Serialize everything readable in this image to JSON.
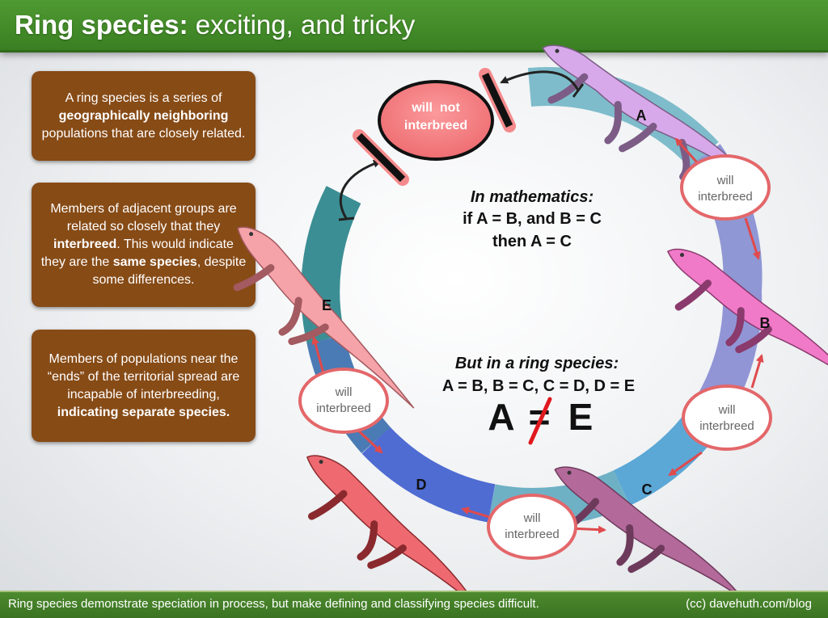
{
  "header": {
    "title_bold": "Ring species:",
    "title_rest": "exciting, and tricky"
  },
  "info_boxes": [
    {
      "parts": [
        {
          "text": "A ring species is a series of ",
          "bold": false
        },
        {
          "text": "geographically neighboring",
          "bold": true
        },
        {
          "text": " populations that are closely related.",
          "bold": false
        }
      ]
    },
    {
      "parts": [
        {
          "text": "Members of adjacent groups are related so closely that they ",
          "bold": false
        },
        {
          "text": "interbreed",
          "bold": true
        },
        {
          "text": ". This would indicate they are the ",
          "bold": false
        },
        {
          "text": "same species",
          "bold": true
        },
        {
          "text": ", despite some differences.",
          "bold": false
        }
      ]
    },
    {
      "parts": [
        {
          "text": "Members of populations near the “ends” of the territorial spread are incapable of interbreeding, ",
          "bold": false
        },
        {
          "text": "indicating separate species.",
          "bold": true
        }
      ]
    }
  ],
  "populations": {
    "a": "A",
    "b": "B",
    "c": "C",
    "d": "D",
    "e": "E"
  },
  "bubbles": {
    "not_interbreed": {
      "line1": "will  not",
      "line2": "interbreed"
    },
    "ab": {
      "line1": "will",
      "line2": "interbreed"
    },
    "bc": {
      "line1": "will",
      "line2": "interbreed"
    },
    "cd": {
      "line1": "will",
      "line2": "interbreed"
    },
    "de": {
      "line1": "will",
      "line2": "interbreed"
    }
  },
  "center": {
    "math_heading": "In mathematics:",
    "math_line1": "if A = B, and B = C",
    "math_line2": "then A = C",
    "ring_heading": "But in a ring species:",
    "ring_line": "A = B, B = C, C = D, D = E",
    "result_left": "A",
    "result_mid": "=",
    "result_right": "E"
  },
  "footer": {
    "left": "Ring species demonstrate speciation in process, but make defining and classifying species difficult.",
    "right": "(cc) davehuth.com/blog"
  },
  "colors": {
    "header_green": "#3f8a26",
    "box_brown": "#874b16",
    "bubble_fill": "#ffffff",
    "bubble_stroke": "#e3676a",
    "no_bubble_fill": "#f27c80",
    "strike_red": "#e0191f"
  }
}
